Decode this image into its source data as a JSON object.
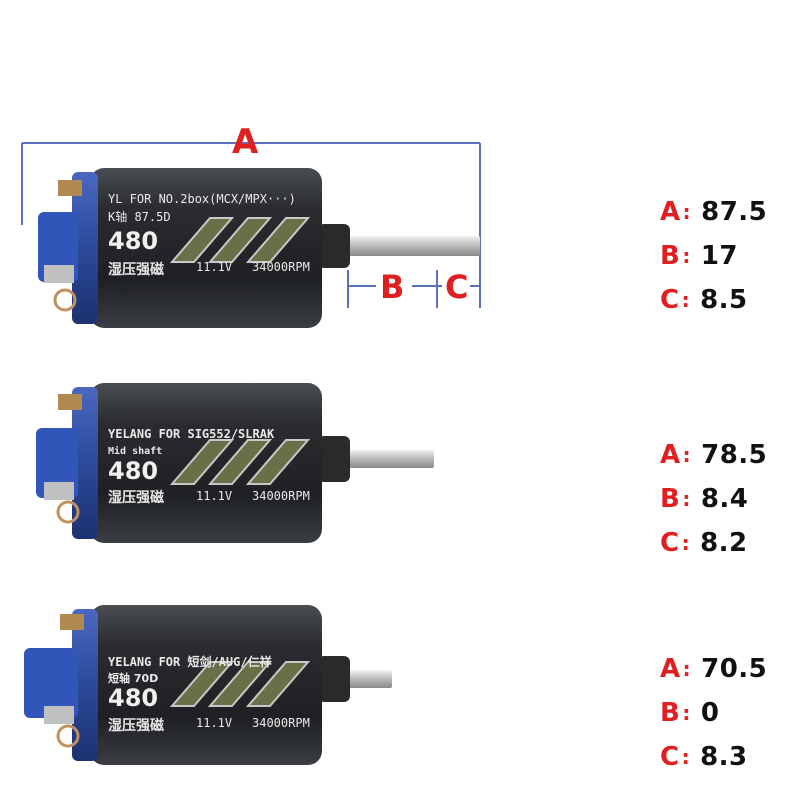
{
  "colors": {
    "dimension_line": "#5a6fc0",
    "label_red": "#e02020",
    "value_text": "#111111",
    "can_body": "#2c2f33",
    "end_cap": "#2c4a9a",
    "motor_text": "#e8e8e8"
  },
  "dimension_labels": {
    "a": "A",
    "b": "B",
    "c": "C"
  },
  "motors": [
    {
      "line1": "YL FOR NO.2box(MCX/MPX···)",
      "line2": "K轴 87.5D",
      "model": "480",
      "chinese": "湿压强磁",
      "voltage": "11.1V",
      "rpm": "34000RPM",
      "specs": [
        {
          "key": "A",
          "sep": ":",
          "value": "87.5"
        },
        {
          "key": "B",
          "sep": ":",
          "value": "17"
        },
        {
          "key": "C",
          "sep": ":",
          "value": "8.5"
        }
      ]
    },
    {
      "line1": "YELANG FOR SIG552/SLRAK",
      "line2": "Mid shaft",
      "model": "480",
      "chinese": "湿压强磁",
      "voltage": "11.1V",
      "rpm": "34000RPM",
      "specs": [
        {
          "key": "A",
          "sep": ":",
          "value": "78.5"
        },
        {
          "key": "B",
          "sep": ":",
          "value": "8.4"
        },
        {
          "key": "C",
          "sep": ":",
          "value": "8.2"
        }
      ]
    },
    {
      "line1": "YELANG FOR 短剑/AUG/仁祥",
      "line2": "短轴 70D",
      "model": "480",
      "chinese": "湿压强磁",
      "voltage": "11.1V",
      "rpm": "34000RPM",
      "specs": [
        {
          "key": "A",
          "sep": ":",
          "value": "70.5"
        },
        {
          "key": "B",
          "sep": ":",
          "value": "0"
        },
        {
          "key": "C",
          "sep": ":",
          "value": "8.3"
        }
      ]
    }
  ]
}
